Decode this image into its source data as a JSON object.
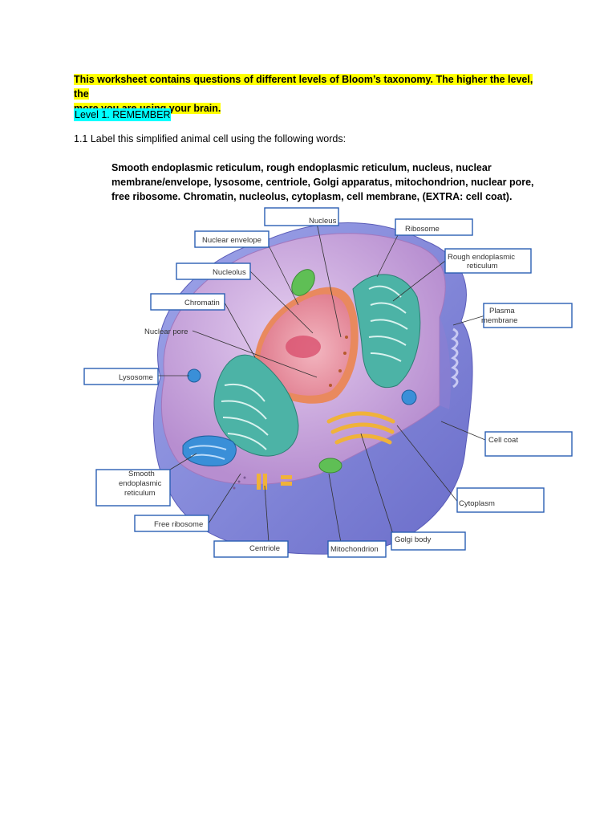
{
  "worksheet": {
    "intro_line1": "This worksheet contains questions of different levels of Bloom’s taxonomy. The higher the level, the",
    "intro_line2": "more you are using your brain.",
    "level_heading": "Level 1. REMEMBER",
    "question": "1.1 Label this simplified animal cell using the following words:",
    "word_list": "Smooth endoplasmic reticulum, rough endoplasmic reticulum, nucleus, nuclear membrane/envelope, lysosome, centriole, Golgi apparatus, mitochondrion, nuclear pore, free ribosome. Chromatin, nucleolus, cytoplasm, cell membrane, (EXTRA: cell coat)."
  },
  "diagram": {
    "labels": {
      "nucleus": "Nucleus",
      "nuclear_envelope": "Nuclear envelope",
      "nucleolus": "Nucleolus",
      "chromatin": "Chromatin",
      "nuclear_pore": "Nuclear pore",
      "lysosome": "Lysosome",
      "smooth_er_1": "Smooth",
      "smooth_er_2": "endoplasmic",
      "smooth_er_3": "reticulum",
      "free_ribosome": "Free ribosome",
      "centriole": "Centriole",
      "mitochondrion": "Mitochondrion",
      "golgi_body": "Golgi body",
      "cytoplasm": "Cytoplasm",
      "cell_coat": "Cell coat",
      "plasma_membrane_1": "Plasma",
      "plasma_membrane_2": "membrane",
      "rough_er_1": "Rough endoplasmic",
      "rough_er_2": "reticulum",
      "ribosome": "Ribosome"
    },
    "colors": {
      "cytoplasm": "#c9a6dc",
      "cell_coat": "#7b7fd6",
      "nucleus": "#f09aa8",
      "nuclear_envelope": "#e9895e",
      "rough_er": "#4cb3a6",
      "smooth_er": "#3a8fd8",
      "golgi": "#f0b23a",
      "mitochondrion": "#5fbf55",
      "box_border": "#2b5fb4"
    }
  }
}
